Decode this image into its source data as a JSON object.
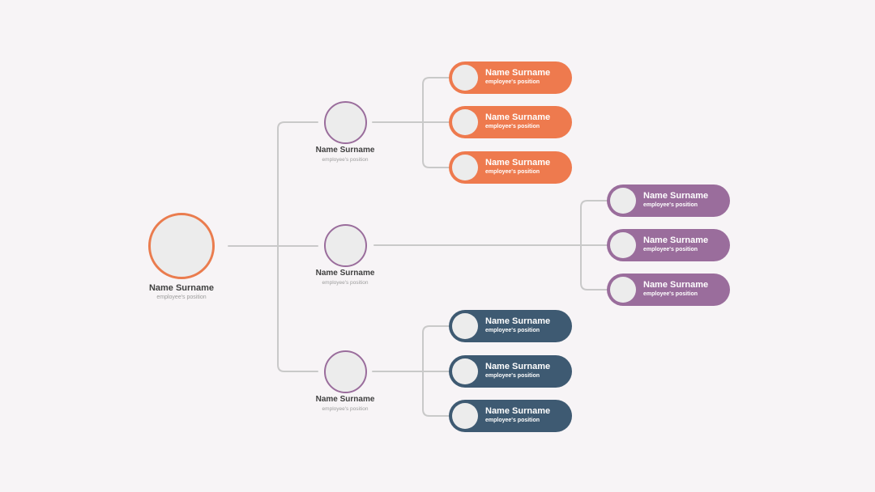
{
  "colors": {
    "background": "#f7f4f6",
    "connector": "#c9c9c9",
    "root_ring": "#ea7c4e",
    "manager_ring": "#9a6d9c",
    "orange": "#ee7a4e",
    "purple": "#9a6d9c",
    "navy": "#3e5a72",
    "avatar_fill": "#ececec"
  },
  "root": {
    "name": "Name Surname",
    "position": "employee's position"
  },
  "managers": [
    {
      "name": "Name Surname",
      "position": "employee's position"
    },
    {
      "name": "Name Surname",
      "position": "employee's position"
    },
    {
      "name": "Name Surname",
      "position": "employee's position"
    }
  ],
  "teams": [
    {
      "color": "orange",
      "members": [
        {
          "name": "Name Surname",
          "position": "employee's position"
        },
        {
          "name": "Name Surname",
          "position": "employee's position"
        },
        {
          "name": "Name Surname",
          "position": "employee's position"
        }
      ]
    },
    {
      "color": "purple",
      "members": [
        {
          "name": "Name Surname",
          "position": "employee's position"
        },
        {
          "name": "Name Surname",
          "position": "employee's position"
        },
        {
          "name": "Name Surname",
          "position": "employee's position"
        }
      ]
    },
    {
      "color": "navy",
      "members": [
        {
          "name": "Name Surname",
          "position": "employee's position"
        },
        {
          "name": "Name Surname",
          "position": "employee's position"
        },
        {
          "name": "Name Surname",
          "position": "employee's position"
        }
      ]
    }
  ]
}
